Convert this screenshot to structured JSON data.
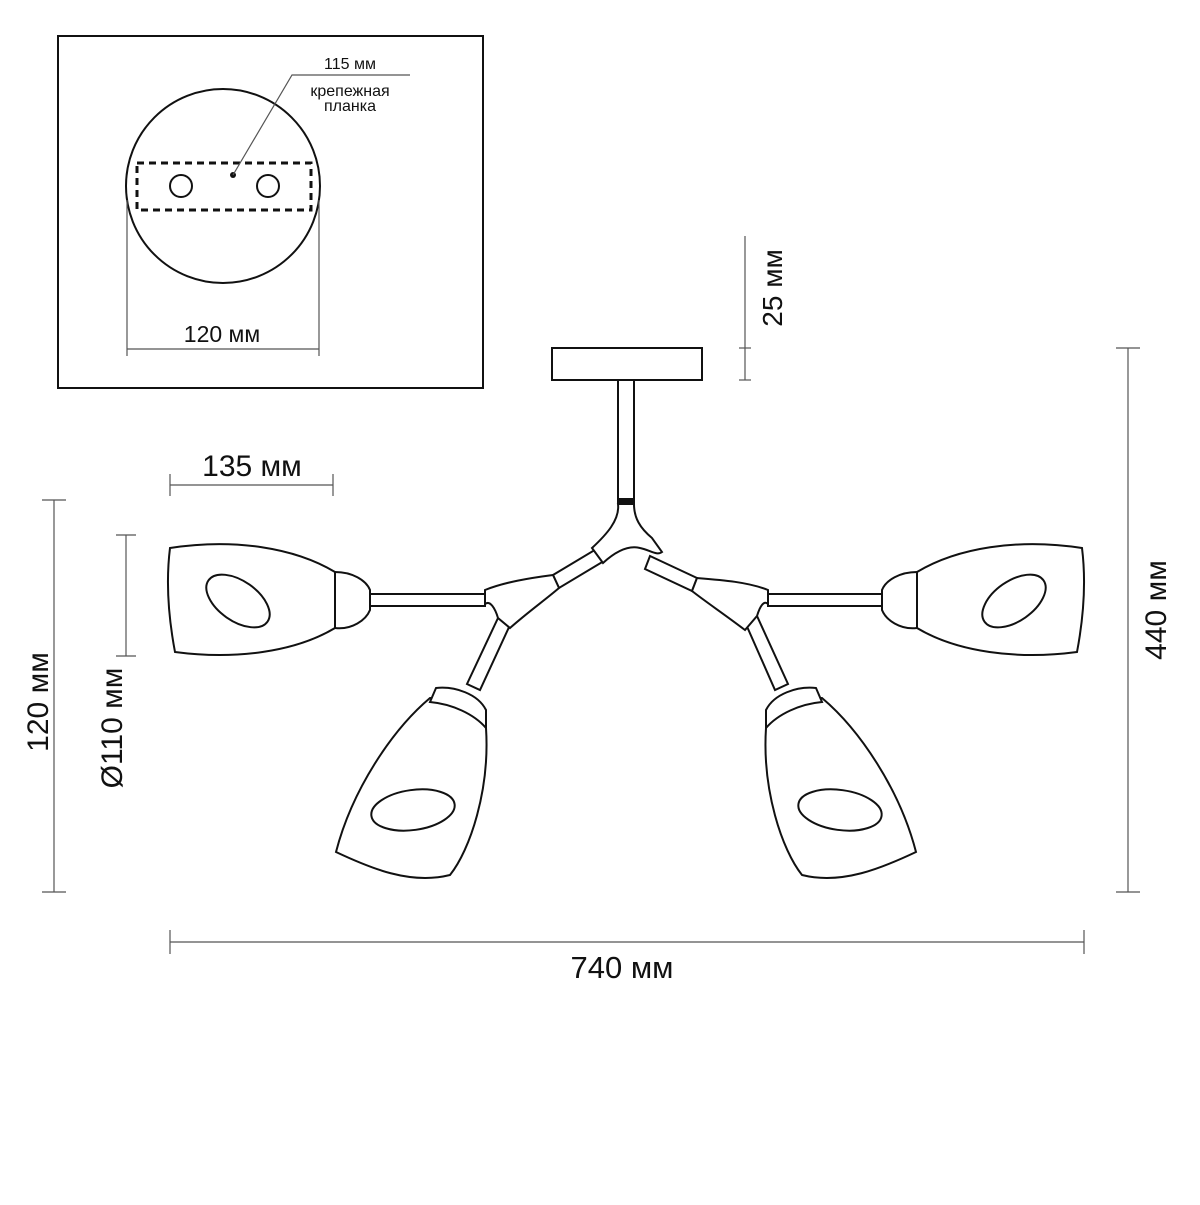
{
  "inset": {
    "label_115": "115 мм",
    "label_plate_line1": "крепежная",
    "label_plate_line2": "планка",
    "label_120": "120 мм"
  },
  "dimensions": {
    "canopy_height": "25 мм",
    "total_height": "440 мм",
    "shade_length": "135 мм",
    "shade_height": "120 мм",
    "shade_diameter": "Ø110 мм",
    "total_width": "740 мм"
  }
}
